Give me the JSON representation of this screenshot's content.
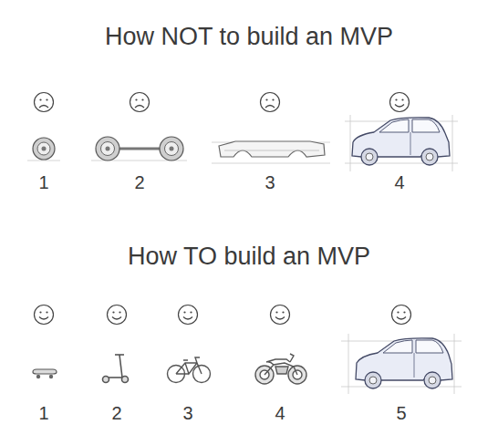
{
  "diagram": {
    "title": "How NOT to build an MVP",
    "labels": [
      "How TO build an MVP",
      "1",
      "2",
      "3",
      "4",
      "1",
      "2",
      "3",
      "4",
      "5"
    ]
  }
}
